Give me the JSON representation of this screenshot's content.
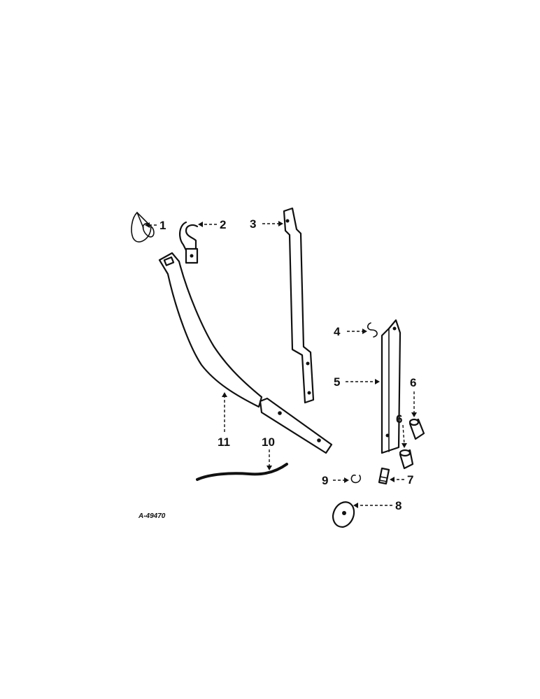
{
  "drawing_code": "A-49470",
  "callouts": [
    {
      "id": "1",
      "text": "1"
    },
    {
      "id": "2",
      "text": "2"
    },
    {
      "id": "3",
      "text": "3"
    },
    {
      "id": "4",
      "text": "4"
    },
    {
      "id": "5",
      "text": "5"
    },
    {
      "id": "6a",
      "text": "6"
    },
    {
      "id": "6b",
      "text": "6"
    },
    {
      "id": "7",
      "text": "7"
    },
    {
      "id": "8",
      "text": "8"
    },
    {
      "id": "9",
      "text": "9"
    },
    {
      "id": "10",
      "text": "10"
    },
    {
      "id": "11",
      "text": "11"
    }
  ],
  "colors": {
    "ink": "#111111",
    "paper": "#ffffff"
  }
}
